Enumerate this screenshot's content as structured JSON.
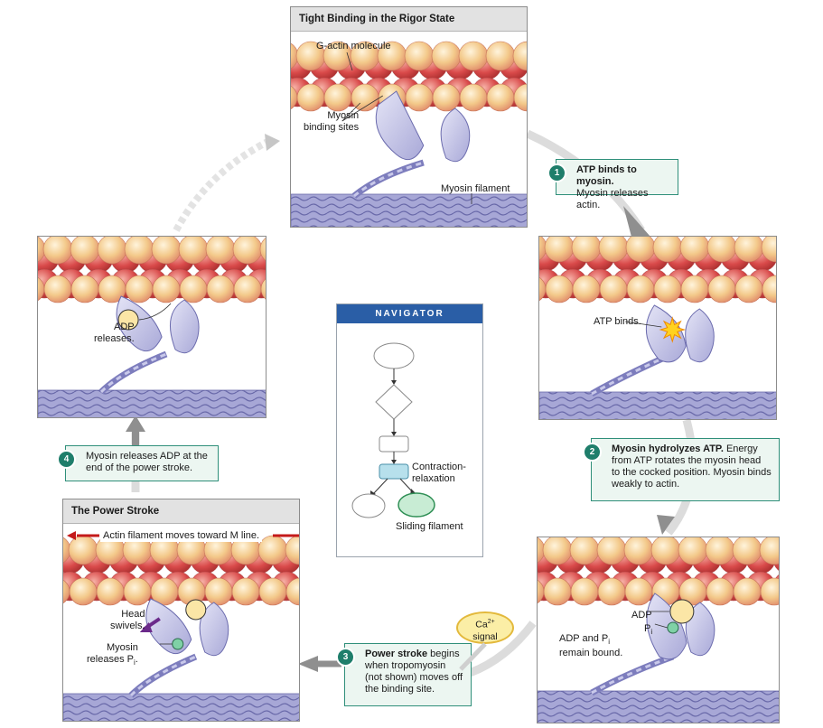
{
  "panels": {
    "rigor": {
      "title": "Tight Binding in the Rigor State",
      "g_actin": "G-actin molecule",
      "binding_sites": "Myosin\nbinding sites",
      "filament": "Myosin filament"
    },
    "atp": {
      "label": "ATP binds."
    },
    "cocked": {
      "adp": "ADP",
      "pi": "P",
      "pi_sub": "i",
      "remain": "ADP and P",
      "remain_sub": "i",
      "remain_end": "remain bound."
    },
    "power": {
      "title": "The Power Stroke",
      "actin_moves": "Actin filament moves toward M line.",
      "head": "Head\nswivels.",
      "myosin_releases": "Myosin\nreleases P",
      "myosin_releases_sub": "i",
      "myosin_releases_end": "."
    },
    "adp_release": {
      "label": "ADP\nreleases."
    }
  },
  "callouts": [
    {
      "num": "1",
      "bold": "ATP binds to myosin.",
      "text": "Myosin releases actin."
    },
    {
      "num": "2",
      "bold": "Myosin hydrolyzes ATP.",
      "text": " Energy from ATP rotates the myosin head to the cocked position. Myosin binds weakly to actin."
    },
    {
      "num": "3",
      "bold": "Power stroke",
      "text": " begins when tropomyosin (not shown) moves off the binding site."
    },
    {
      "num": "4",
      "bold": "",
      "text": "Myosin releases ADP at the end of the power stroke."
    }
  ],
  "calcium": {
    "symbol": "Ca",
    "charge": "2+",
    "word": "signal"
  },
  "navigator": {
    "title": "NAVIGATOR",
    "contraction": "Contraction-\nrelaxation",
    "sliding": "Sliding filament"
  },
  "colors": {
    "actin_fill": "#f3c98a",
    "actin_red": "#d94a4a",
    "myosin": "#a9a9d8",
    "filament": "#8080c0",
    "callout_border": "#2f8f7a",
    "nav_header": "#2a5ea6",
    "arrow_gray": "#9a9a9a",
    "red_arrow": "#c41a1a",
    "purple_arrow": "#6b2a8a"
  }
}
